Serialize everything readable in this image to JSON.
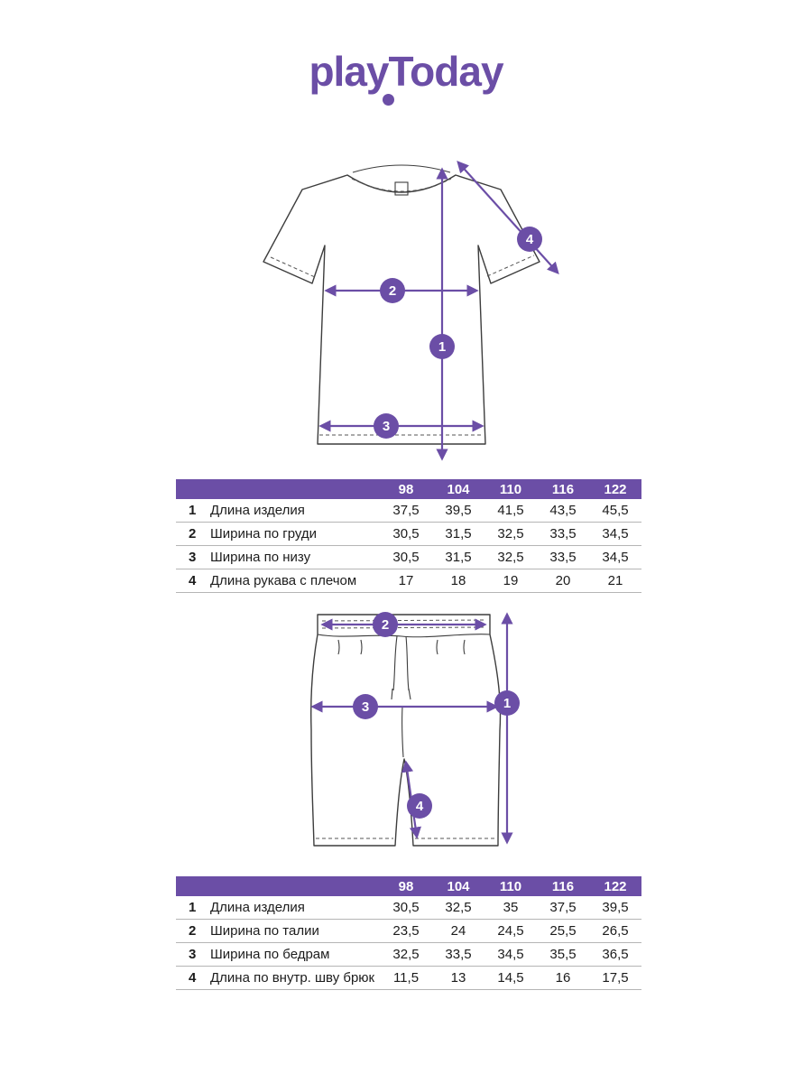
{
  "logo": {
    "text": "playToday"
  },
  "colors": {
    "purple": "#6B4EA6"
  },
  "tshirt": {
    "markers": {
      "m1": "1",
      "m2": "2",
      "m3": "3",
      "m4": "4"
    }
  },
  "shorts": {
    "markers": {
      "m1": "1",
      "m2": "2",
      "m3": "3",
      "m4": "4"
    }
  },
  "tables": [
    {
      "id": "tshirt",
      "sizes": [
        "98",
        "104",
        "110",
        "116",
        "122"
      ],
      "rows": [
        {
          "num": "1",
          "label": "Длина изделия",
          "values": [
            "37,5",
            "39,5",
            "41,5",
            "43,5",
            "45,5"
          ]
        },
        {
          "num": "2",
          "label": "Ширина по груди",
          "values": [
            "30,5",
            "31,5",
            "32,5",
            "33,5",
            "34,5"
          ]
        },
        {
          "num": "3",
          "label": "Ширина по низу",
          "values": [
            "30,5",
            "31,5",
            "32,5",
            "33,5",
            "34,5"
          ]
        },
        {
          "num": "4",
          "label": "Длина рукава с плечом",
          "values": [
            "17",
            "18",
            "19",
            "20",
            "21"
          ]
        }
      ]
    },
    {
      "id": "shorts",
      "sizes": [
        "98",
        "104",
        "110",
        "116",
        "122"
      ],
      "rows": [
        {
          "num": "1",
          "label": "Длина изделия",
          "values": [
            "30,5",
            "32,5",
            "35",
            "37,5",
            "39,5"
          ]
        },
        {
          "num": "2",
          "label": "Ширина по талии",
          "values": [
            "23,5",
            "24",
            "24,5",
            "25,5",
            "26,5"
          ]
        },
        {
          "num": "3",
          "label": "Ширина по бедрам",
          "values": [
            "32,5",
            "33,5",
            "34,5",
            "35,5",
            "36,5"
          ]
        },
        {
          "num": "4",
          "label": "Длина по внутр. шву брюк",
          "values": [
            "11,5",
            "13",
            "14,5",
            "16",
            "17,5"
          ]
        }
      ]
    }
  ]
}
